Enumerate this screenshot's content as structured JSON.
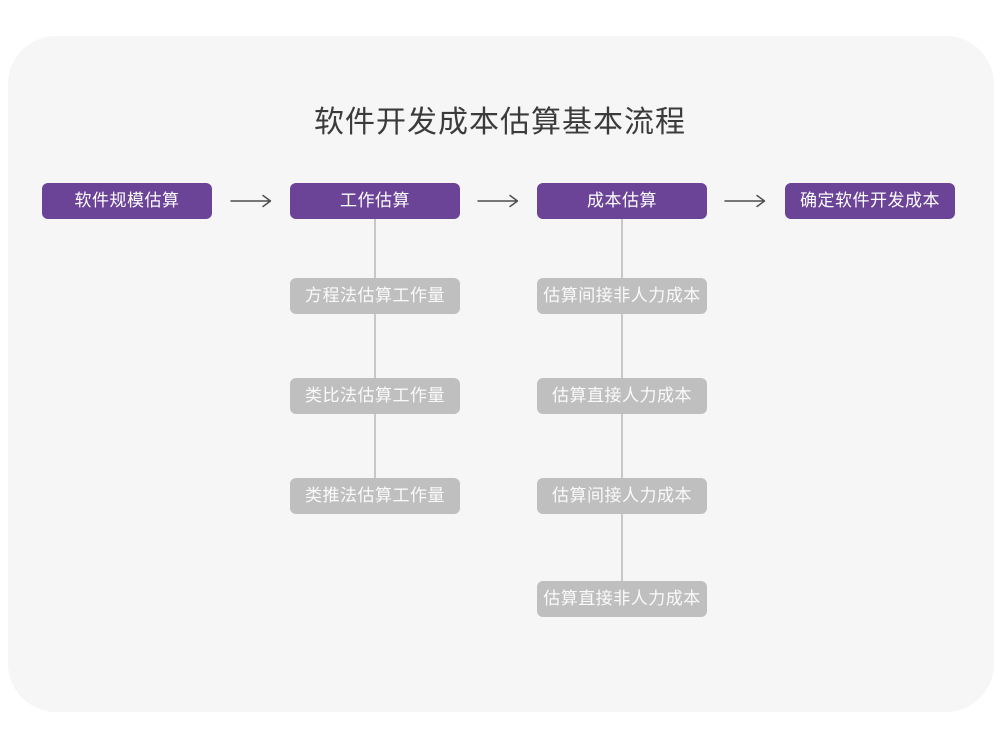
{
  "title": "软件开发成本估算基本流程",
  "flow": {
    "main_nodes": [
      {
        "label": "软件规模估算"
      },
      {
        "label": "工作估算"
      },
      {
        "label": "成本估算"
      },
      {
        "label": "确定软件开发成本"
      }
    ],
    "work_estimation_branch": [
      {
        "label": "方程法估算工作量"
      },
      {
        "label": "类比法估算工作量"
      },
      {
        "label": "类推法估算工作量"
      }
    ],
    "cost_estimation_branch": [
      {
        "label": "估算间接非人力成本"
      },
      {
        "label": "估算直接人力成本"
      },
      {
        "label": "估算间接人力成本"
      },
      {
        "label": "估算直接非人力成本"
      }
    ]
  },
  "icons": {
    "flow_arrow": "right-arrow"
  },
  "colors": {
    "page_bg": "#FFFFFF",
    "card_bg": "#F6F6F7",
    "primary_node_bg": "#6B4397",
    "primary_node_text": "#FFFFFF",
    "secondary_node_bg": "#BFBFBF",
    "secondary_node_text": "#FAFAFA",
    "title_text": "#3B3B3B",
    "arrow": "#4D4D4D",
    "connector": "#C8C8C8"
  }
}
